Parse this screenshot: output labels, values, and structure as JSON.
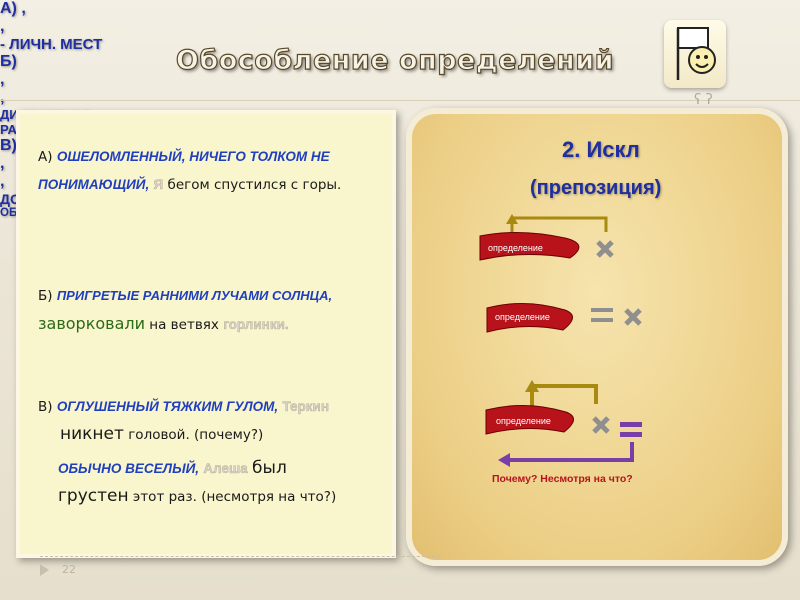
{
  "title": "Обособление определений",
  "slide_number": "22",
  "left": {
    "a_prefix": "А)",
    "a_blue": "ошеломленный, ничего толком не понимающий,",
    "a_subject": "Я",
    "a_rest": "бегом спустился с горы.",
    "b_prefix": "Б)",
    "b_blue": "Пригретые ранними лучами солнца,",
    "b_verb": "заворковали",
    "b_mid": "на ветвях",
    "b_subject": "горлинки.",
    "c_prefix": "В)",
    "c_blue": "Оглушенный тяжким гулом,",
    "c_subject": "Теркин",
    "c_verb": "никнет",
    "c_rest": "головой. (почему?)",
    "d_blue": "Обычно веселый,",
    "d_subject": "Алеша",
    "d_verb1": "был",
    "d_verb2": "грустен",
    "d_rest": "этот раз. (несмотря на что?)"
  },
  "right": {
    "heading": "2. Искл",
    "subheading": "(препозиция)",
    "a_label": "А) ,",
    "a_banner": "определение",
    "a_comma": ",",
    "a_text": "- личн. мест",
    "b_label": "Б)",
    "b_comma1": ",",
    "b_banner": "определение",
    "b_comma2": ",",
    "b_text1": "дистантное",
    "b_text2": "расположение",
    "c_label": "В)",
    "c_comma1": ",",
    "c_banner": "определение",
    "c_comma2": ",",
    "c_text1": "добавочное.",
    "c_text2": "обстоятельств. зн-е",
    "why": "Почему? Несмотря на что?"
  },
  "colors": {
    "blue": "#1f3fbf",
    "green": "#2c6a18",
    "banner": "#b8131b",
    "why": "#b6141c"
  }
}
